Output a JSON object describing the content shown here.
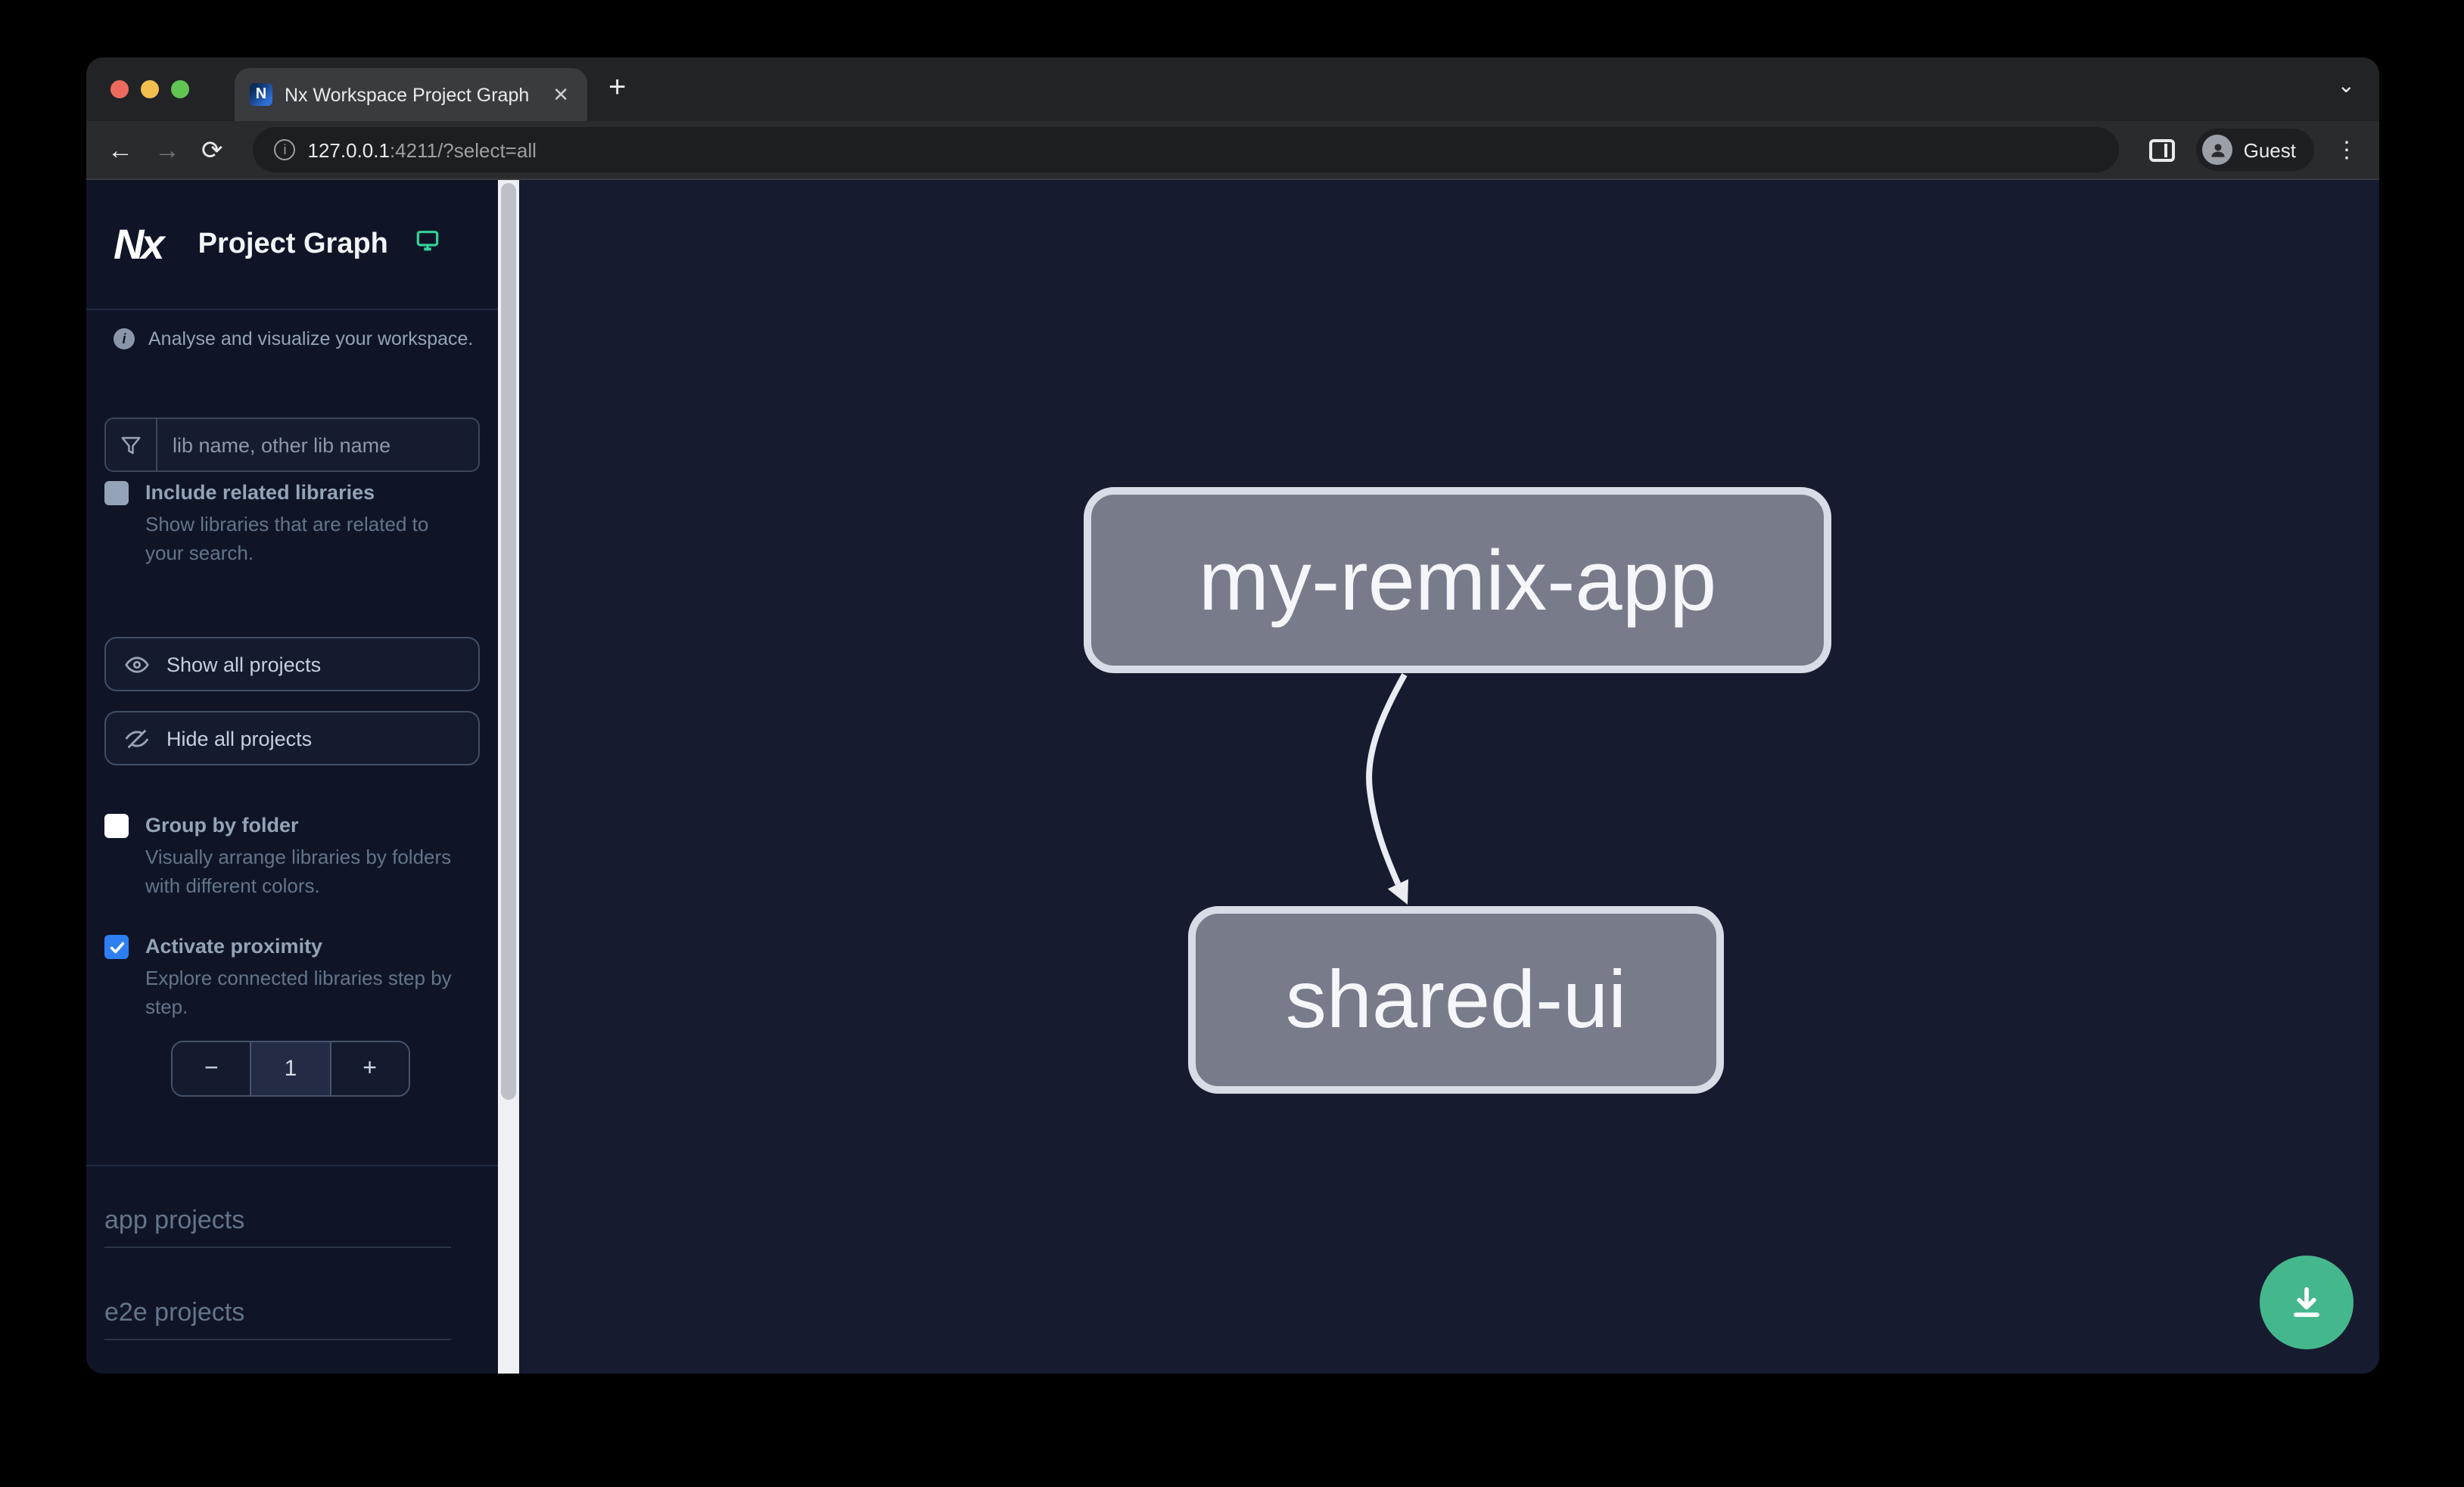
{
  "browser": {
    "tab_title": "Nx Workspace Project Graph",
    "favicon_letter": "N",
    "close_glyph": "✕",
    "new_tab_glyph": "+",
    "tab_search_glyph": "⌄",
    "back_glyph": "←",
    "forward_glyph": "→",
    "reload_glyph": "⟳",
    "info_glyph": "i",
    "url_host": "127.0.0.1",
    "url_rest": ":4211/?select=all",
    "guest_label": "Guest",
    "menu_glyph": "⋮"
  },
  "sidebar": {
    "logo_text": "Nx",
    "title": "Project Graph",
    "tagline_icon_glyph": "i",
    "tagline": "Analyse and visualize your workspace.",
    "search_placeholder": "lib name, other lib name",
    "include_related": {
      "label": "Include related libraries",
      "description": "Show libraries that are related to your search.",
      "checked": false
    },
    "show_all_label": "Show all projects",
    "hide_all_label": "Hide all projects",
    "group_by_folder": {
      "label": "Group by folder",
      "description": "Visually arrange libraries by folders with different colors.",
      "checked": false
    },
    "activate_proximity": {
      "label": "Activate proximity",
      "description": "Explore connected libraries step by step.",
      "checked": true
    },
    "proximity_stepper": {
      "decrease": "−",
      "value": "1",
      "increase": "+"
    },
    "sections": [
      {
        "label": "app projects"
      },
      {
        "label": "e2e projects"
      }
    ]
  },
  "graph": {
    "nodes": [
      {
        "id": "my-remix-app",
        "type": "app"
      },
      {
        "id": "shared-ui",
        "type": "lib"
      }
    ],
    "edges": [
      {
        "source": "my-remix-app",
        "target": "shared-ui"
      }
    ]
  },
  "colors": {
    "accent_green": "#45b78c",
    "checkbox_blue": "#2e7ff2",
    "node_fill": "#787b8a",
    "node_border": "#d8dce6",
    "sidebar_bg": "#0f1527",
    "canvas_bg": "#171b30"
  }
}
